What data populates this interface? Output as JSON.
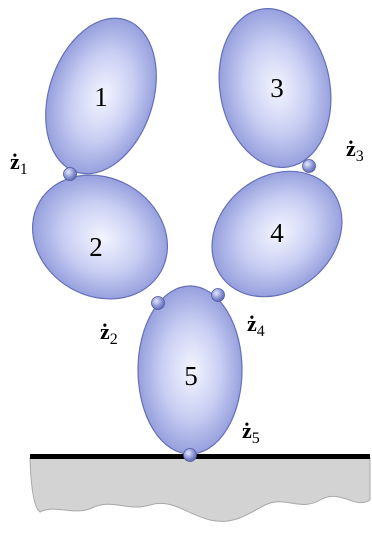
{
  "bodies": [
    {
      "id": "1",
      "label": "1"
    },
    {
      "id": "2",
      "label": "2"
    },
    {
      "id": "3",
      "label": "3"
    },
    {
      "id": "4",
      "label": "4"
    },
    {
      "id": "5",
      "label": "5"
    }
  ],
  "joints": [
    {
      "id": "1",
      "symbol": "ż",
      "subscript": "1"
    },
    {
      "id": "2",
      "symbol": "ż",
      "subscript": "2"
    },
    {
      "id": "3",
      "symbol": "ż",
      "subscript": "3"
    },
    {
      "id": "4",
      "symbol": "ż",
      "subscript": "4"
    },
    {
      "id": "5",
      "symbol": "ż",
      "subscript": "5"
    }
  ],
  "colors": {
    "body_fill_light": "#f4f5ff",
    "body_fill_mid": "#aeb6ea",
    "body_fill_dark": "#6d78c4",
    "body_stroke": "#6570b8",
    "joint_fill": "#8590d4",
    "ground_line": "#000000",
    "ground_fill": "#d3d3d3"
  }
}
